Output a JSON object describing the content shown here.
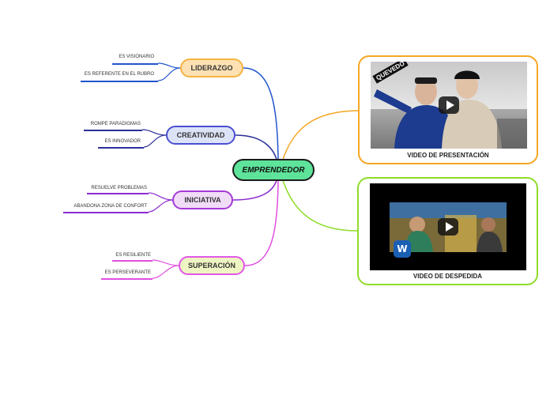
{
  "central": {
    "label": "EMPRENDEDOR"
  },
  "branches": [
    {
      "label": "LIDERAZGO",
      "fill": "#fde1b3",
      "border": "#f5b342",
      "line": "#2255cc",
      "leaves": [
        "ES VISIONARIO",
        "ES REFERENTE EN EL RUBRO"
      ]
    },
    {
      "label": "CREATIVIDAD",
      "fill": "#dde3f7",
      "border": "#4a4fd1",
      "line": "#2b2f9a",
      "leaves": [
        "ROMPE PARADIGMAS",
        "ES INNOVADOR"
      ]
    },
    {
      "label": "INICIATIVA",
      "fill": "#f1dcf7",
      "border": "#a53ad6",
      "line": "#8c2bd0",
      "leaves": [
        "RESUELVE PROBLEMAS",
        "ABANDONA ZONA DE CONFORT"
      ]
    },
    {
      "label": "SUPERACIÓN",
      "fill": "#eef5c2",
      "border": "#e257e6",
      "line": "#e04ee0",
      "leaves": [
        "ES RESILIENTE",
        "ES PERSEVERANTE"
      ]
    }
  ],
  "videos": [
    {
      "caption": "VIDEO DE PRESENTACIÓN",
      "border": "#f5a623"
    },
    {
      "caption": "VIDEO DE DESPEDIDA",
      "border": "#8fdc2a"
    }
  ],
  "thumb_text": "QUEVEDO"
}
